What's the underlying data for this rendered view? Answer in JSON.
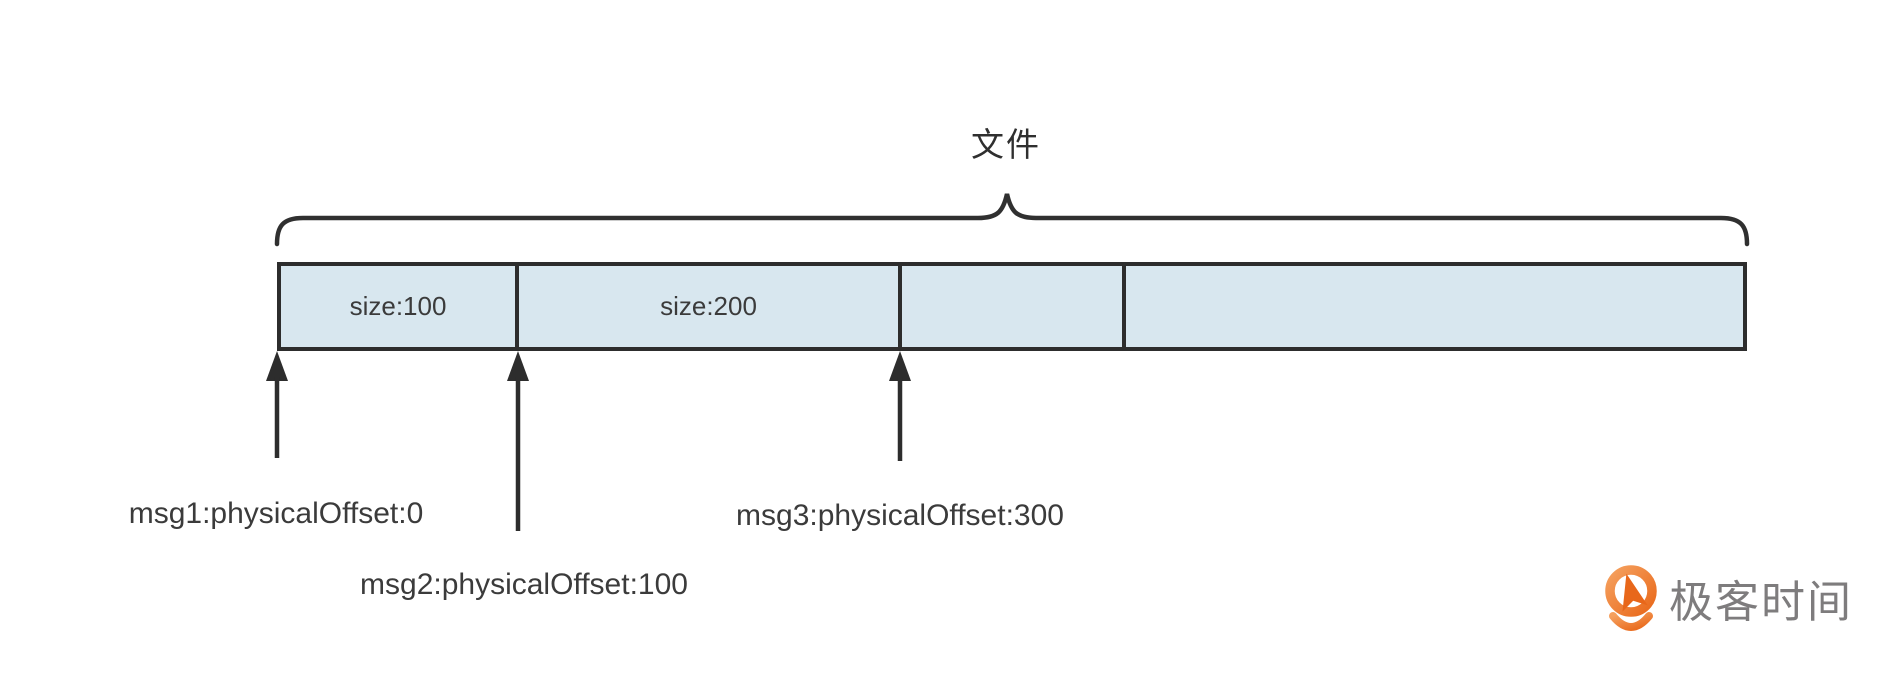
{
  "title": "文件",
  "bar": {
    "segments": [
      {
        "label": "size:100"
      },
      {
        "label": "size:200"
      },
      {
        "label": ""
      },
      {
        "label": ""
      }
    ]
  },
  "annotations": {
    "msg1": "msg1:physicalOffset:0",
    "msg2": "msg2:physicalOffset:100",
    "msg3": "msg3:physicalOffset:300"
  },
  "logo": {
    "text": "极客时间"
  },
  "colors": {
    "bar_fill": "#d8e7ef",
    "line": "#2d2d2d",
    "text": "#3b3b3b",
    "logo_orange": "#e9691b",
    "logo_text_gray": "#7e7c7d"
  }
}
